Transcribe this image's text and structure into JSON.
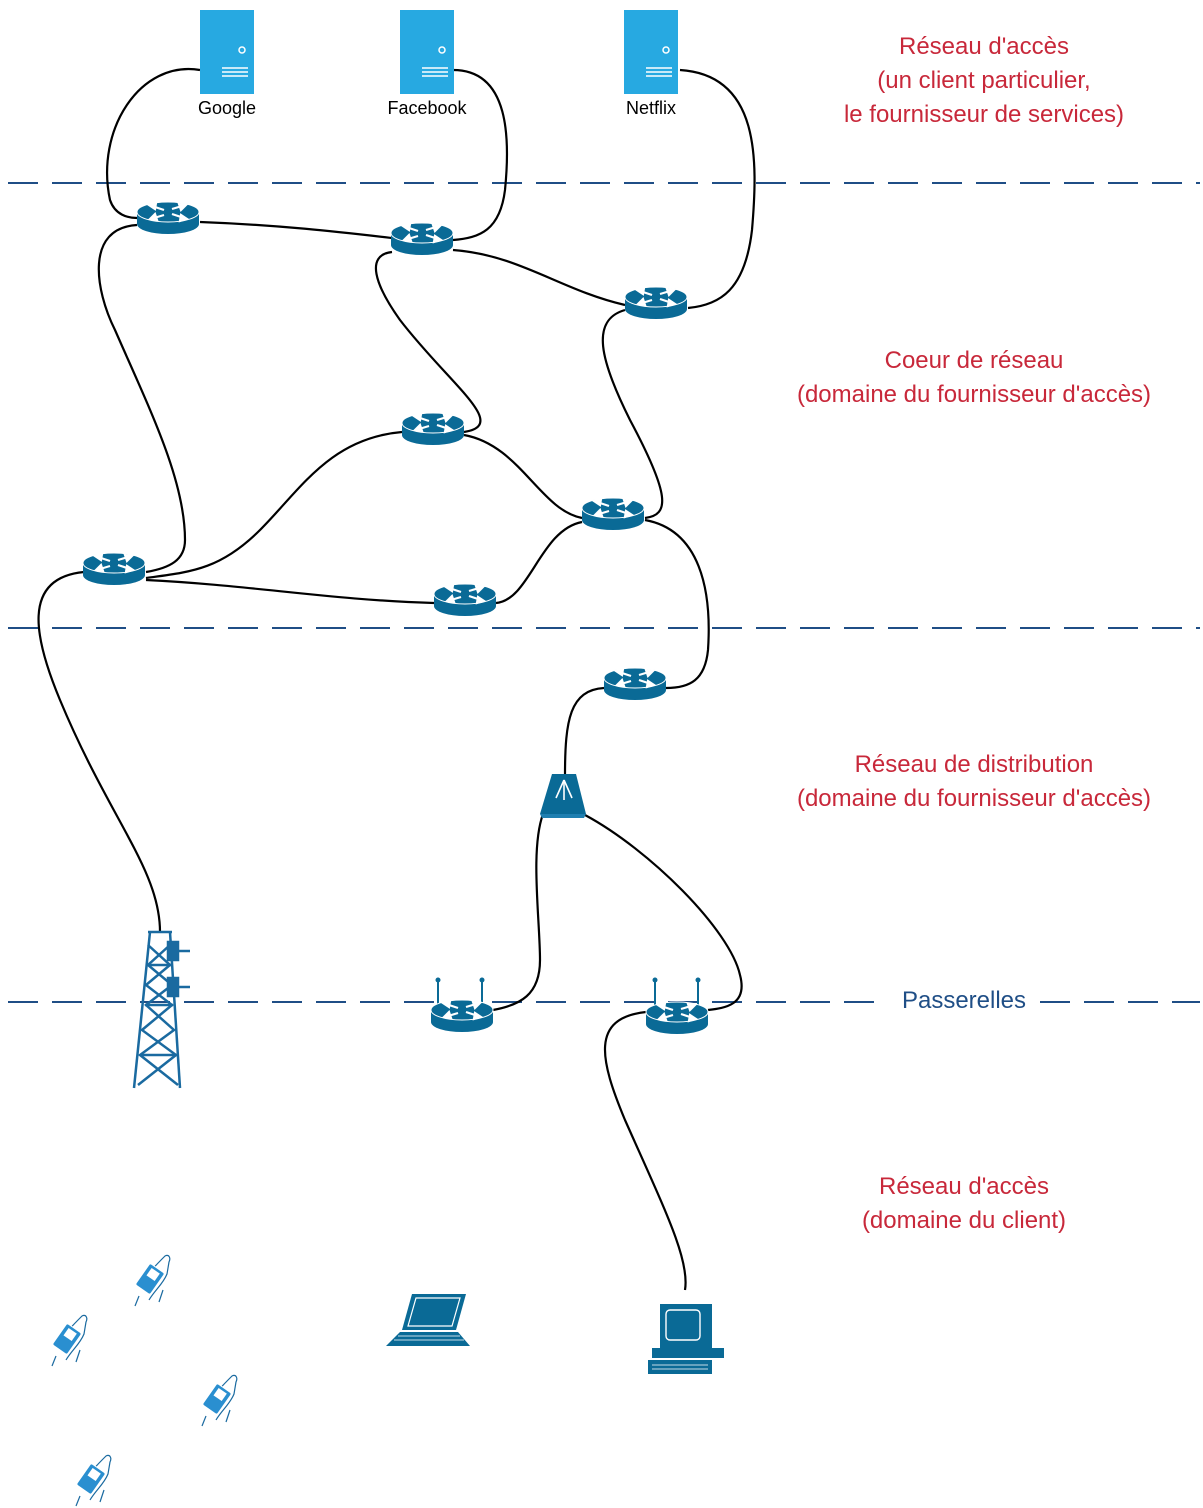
{
  "colors": {
    "zone_label": "#c8283a",
    "separator": "#1f4e86",
    "device": "#0a6a96",
    "server": "#27a9e1",
    "link": "#000000"
  },
  "servers": [
    {
      "label": "Google",
      "icon": "server-icon"
    },
    {
      "label": "Facebook",
      "icon": "server-icon"
    },
    {
      "label": "Netflix",
      "icon": "server-icon"
    }
  ],
  "zones": {
    "top": {
      "lines": [
        "Réseau d'accès",
        "(un client particulier,",
        "le fournisseur de services)"
      ]
    },
    "core": {
      "lines": [
        "Coeur de réseau",
        "(domaine du fournisseur d'accès)"
      ]
    },
    "distribution": {
      "lines": [
        "Réseau de distribution",
        "(domaine du fournisseur d'accès)"
      ]
    },
    "gateways": {
      "label": "Passerelles"
    },
    "client": {
      "lines": [
        "Réseau d'accès",
        "(domaine du client)"
      ]
    }
  },
  "icons": {
    "router": "router-icon",
    "wireless_router": "wireless-router-icon",
    "switch": "access-switch-icon",
    "antenna": "cell-tower-icon",
    "laptop": "laptop-icon",
    "desktop": "desktop-computer-icon",
    "phone": "handheld-phone-icon"
  }
}
